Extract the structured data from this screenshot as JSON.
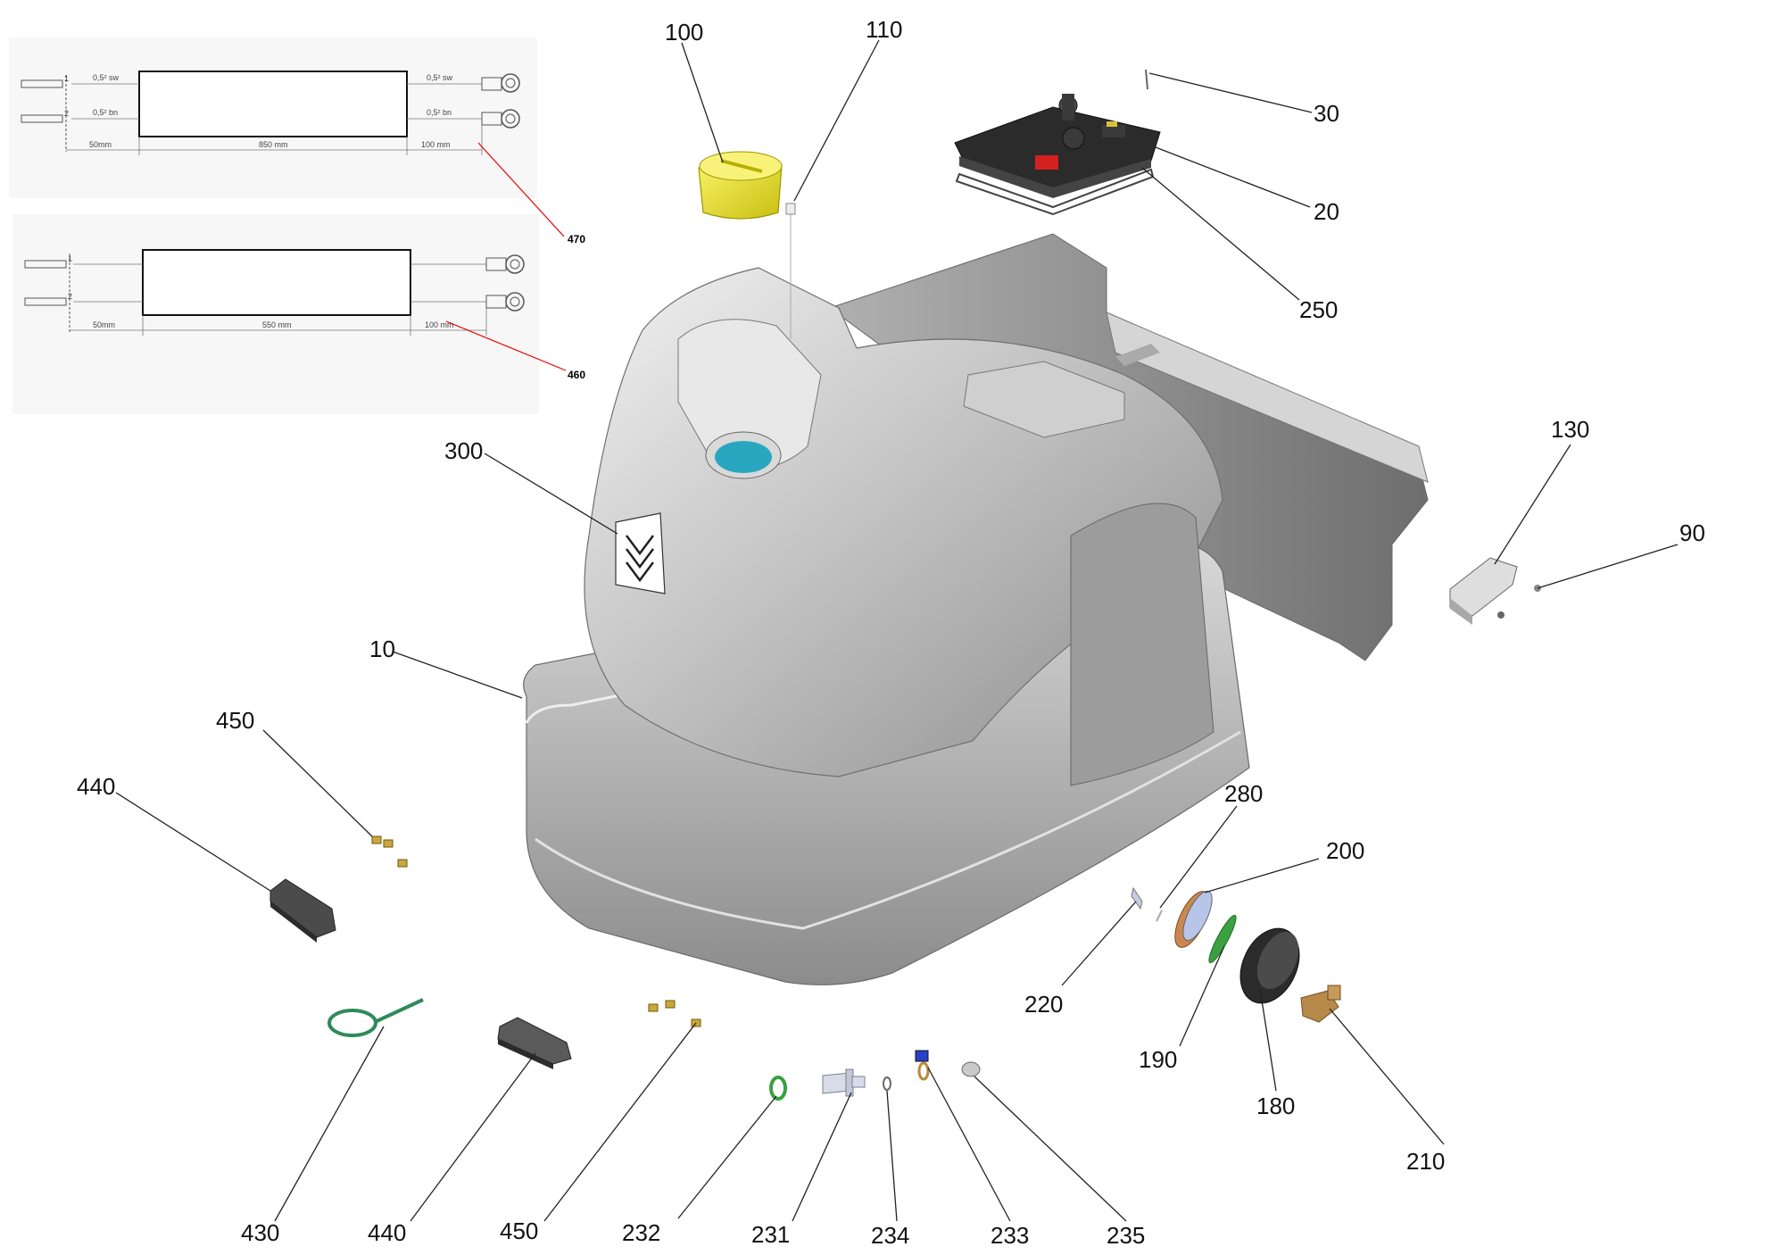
{
  "callouts": {
    "c100": "100",
    "c110": "110",
    "c30": "30",
    "c20": "20",
    "c250": "250",
    "c130": "130",
    "c90": "90",
    "c300": "300",
    "c10": "10",
    "c450a": "450",
    "c440a": "440",
    "c280": "280",
    "c200": "200",
    "c220": "220",
    "c190": "190",
    "c180": "180",
    "c210": "210",
    "c430": "430",
    "c440b": "440",
    "c450b": "450",
    "c232": "232",
    "c231": "231",
    "c234": "234",
    "c233": "233",
    "c235": "235"
  },
  "inset_470": {
    "ref": "470",
    "pin1": "1",
    "pin2": "2",
    "wire1": "0,5² sw",
    "wire2": "0,5² bn",
    "wire3": "0,5² sw",
    "wire4": "0,5² bn",
    "dim_a": "50mm",
    "dim_b": "850 mm",
    "dim_c": "100 mm"
  },
  "inset_460": {
    "ref": "460",
    "pin1": "1",
    "pin2": "2",
    "dim_a": "50mm",
    "dim_b": "550 mm",
    "dim_c": "100 mm"
  },
  "colors": {
    "body": "#c9c9c9",
    "body_dark": "#8f8f8f",
    "cap_yellow": "#f2ea3a",
    "teal": "#2aa7c0",
    "red": "#d52020",
    "ring_green": "#3aa040",
    "cable_tie": "#2f8a5a",
    "fitting_brass": "#b88a4a"
  }
}
